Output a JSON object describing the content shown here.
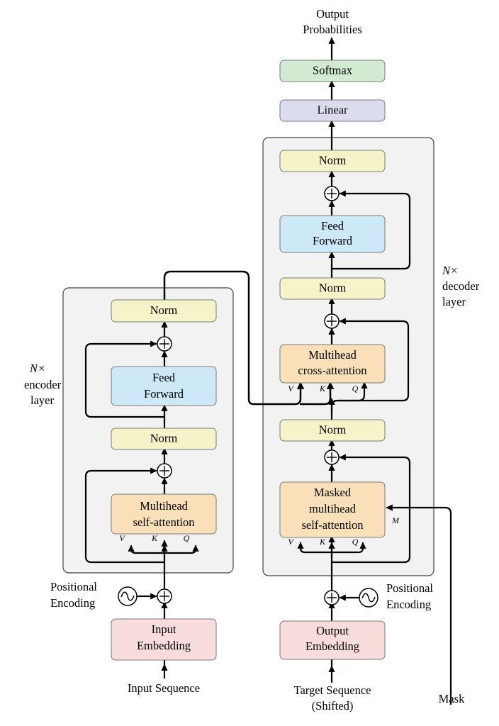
{
  "output": {
    "line1": "Output",
    "line2": "Probabilities"
  },
  "softmax": "Softmax",
  "linear": "Linear",
  "decoder": {
    "norm_top": "Norm",
    "feed_forward": {
      "line1": "Feed",
      "line2": "Forward"
    },
    "norm_mid": "Norm",
    "cross_attention": {
      "line1": "Multihead",
      "line2": "cross-attention"
    },
    "norm_low": "Norm",
    "masked_attention": {
      "line1": "Masked",
      "line2": "multihead",
      "line3": "self-attention"
    },
    "stack_label": {
      "line1": "N×",
      "line2": "decoder",
      "line3": "layer"
    },
    "cross_inputs": {
      "v": "V",
      "k": "K",
      "q": "Q"
    },
    "self_inputs": {
      "v": "V",
      "k": "K",
      "q": "Q"
    },
    "mask_input": "M",
    "positional_encoding": {
      "line1": "Positional",
      "line2": "Encoding"
    },
    "embedding": {
      "line1": "Output",
      "line2": "Embedding"
    },
    "input_label": {
      "line1": "Target Sequence",
      "line2": "(Shifted)"
    }
  },
  "encoder": {
    "norm_top": "Norm",
    "feed_forward": {
      "line1": "Feed",
      "line2": "Forward"
    },
    "norm_low": "Norm",
    "self_attention": {
      "line1": "Multihead",
      "line2": "self-attention"
    },
    "stack_label": {
      "line1": "N×",
      "line2": "encoder",
      "line3": "layer"
    },
    "self_inputs": {
      "v": "V",
      "k": "K",
      "q": "Q"
    },
    "positional_encoding": {
      "line1": "Positional",
      "line2": "Encoding"
    },
    "embedding": {
      "line1": "Input",
      "line2": "Embedding"
    },
    "input_label": "Input Sequence"
  },
  "mask_label": "Mask",
  "colors": {
    "norm": "#f4f4c8",
    "feed_forward": "#cde8f7",
    "attention": "#fae0b8",
    "embedding": "#f8dcdc",
    "softmax": "#d2e9d2",
    "linear": "#dcdcef",
    "stack": "#f2f2f2"
  }
}
